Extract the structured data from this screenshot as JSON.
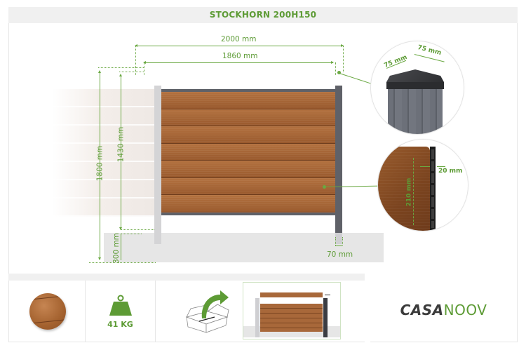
{
  "title": "STOCKHORN 200H150",
  "dimensions": {
    "overall_width": "2000 mm",
    "panel_width": "1860 mm",
    "overall_height": "1800 mm",
    "panel_height": "1430 mm",
    "post_underground": "300 mm",
    "post_width": "70 mm"
  },
  "post_cap_detail": {
    "depth": "75 mm",
    "width": "75 mm"
  },
  "board_detail": {
    "height": "210 mm",
    "thickness": "20 mm"
  },
  "colors": {
    "accent_green": "#5d9b35",
    "wood": "#a8683a",
    "post_anthracite": "#5f6168",
    "post_light": "#d4d4d6"
  },
  "footer": {
    "finish_icon": "wood-swatch",
    "weight": "41 KG",
    "packaging_icon": "box-with-arrow",
    "installation_icon": "fence-assembly"
  },
  "brand": {
    "part1": "CASA",
    "part2": "NOOV"
  }
}
